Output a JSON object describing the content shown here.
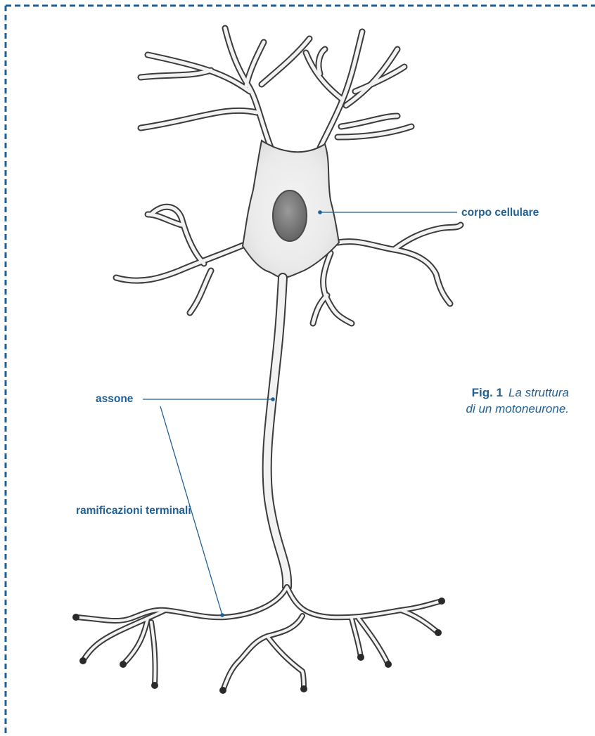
{
  "figure": {
    "caption_number": "Fig. 1",
    "caption_line1": "La struttura",
    "caption_line2": "di un motoneurone."
  },
  "labels": {
    "soma": "corpo cellulare",
    "axon": "assone",
    "terminals": "ramificazioni terminali"
  },
  "colors": {
    "accent": "#1f5f94",
    "frame": "#1f5f94",
    "neuron_outline": "#3b3b3b",
    "neuron_fill": "#f2f2f2",
    "nucleus": "#7a7a7a"
  }
}
